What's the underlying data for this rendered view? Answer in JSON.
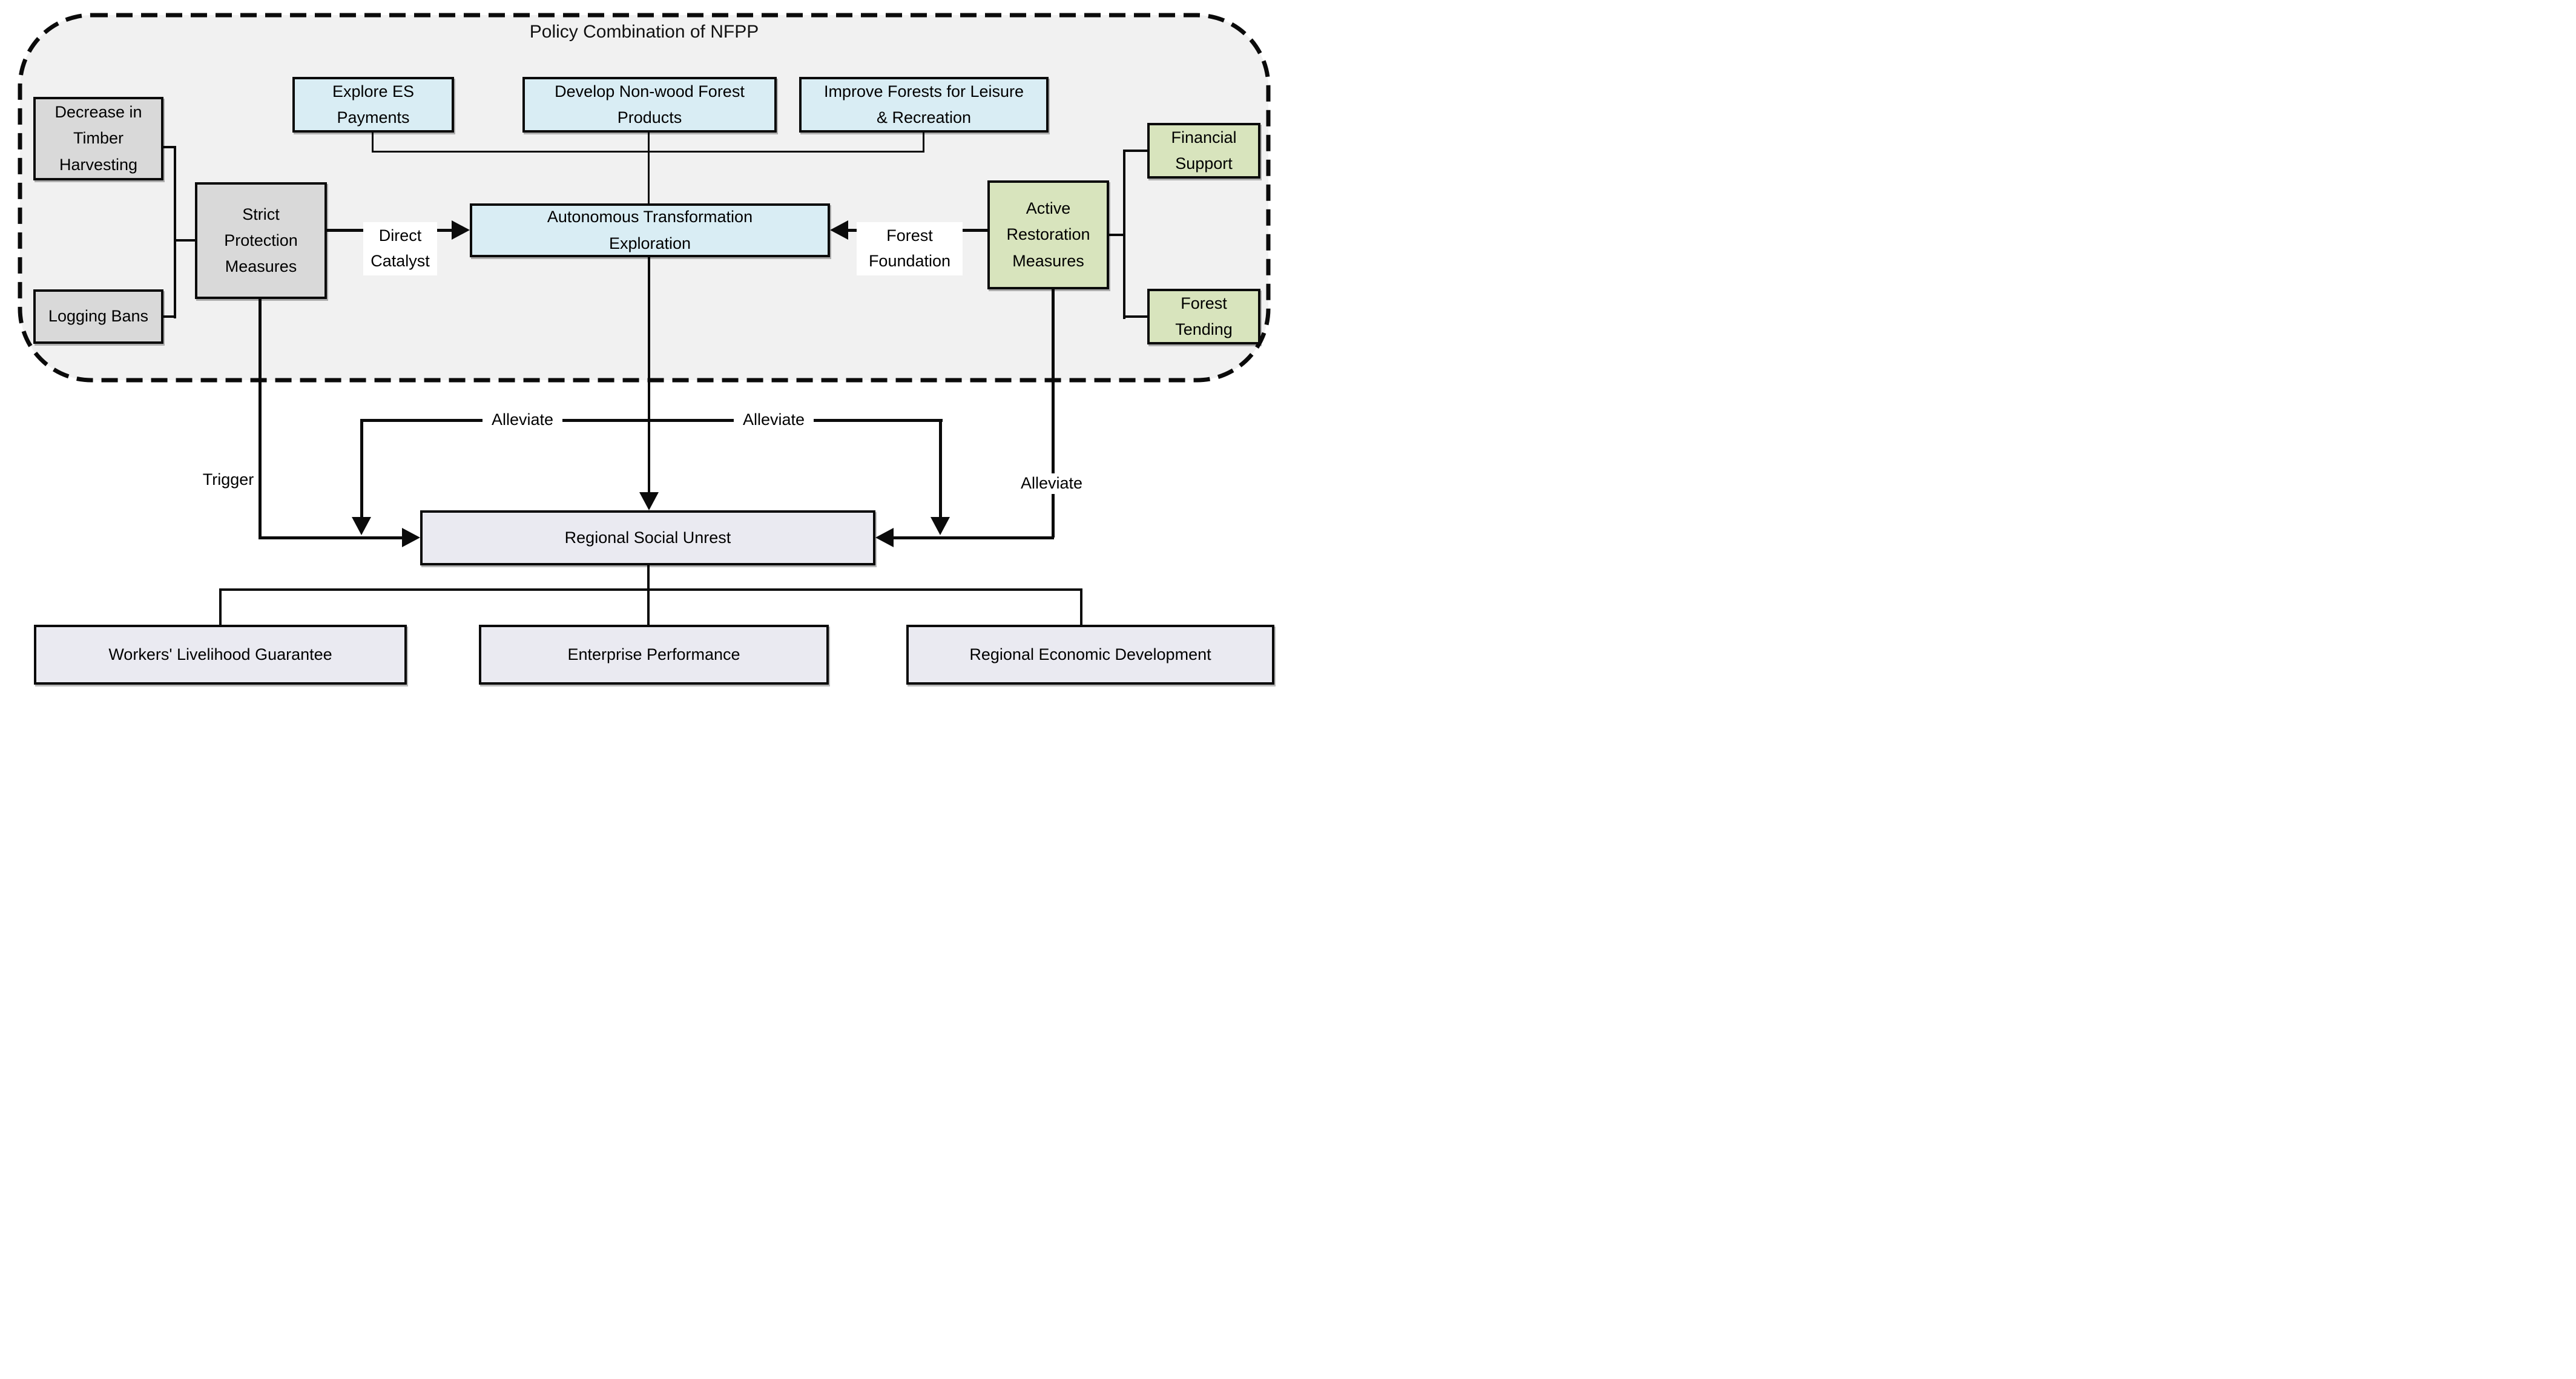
{
  "title": "Policy Combination of NFPP",
  "colors": {
    "container_fill": "#f1f1f1",
    "policy_blue": "#d9edf4",
    "protection_gray": "#d9d9d9",
    "restoration_green": "#d8e4bd",
    "outcome_lavender": "#eaeaf1",
    "line_black": "#0b0b0b"
  },
  "boxes": {
    "explore_es": {
      "lines": [
        "Explore ES",
        "Payments"
      ]
    },
    "develop_nonwood": {
      "lines": [
        "Develop Non-wood Forest",
        "Products"
      ]
    },
    "improve_leisure": {
      "lines": [
        "Improve Forests for Leisure",
        "& Recreation"
      ]
    },
    "decrease_timber": {
      "lines": [
        "Decrease in",
        "Timber",
        "Harvesting"
      ]
    },
    "logging_bans": {
      "lines": [
        "Logging Bans"
      ]
    },
    "strict_protection": {
      "lines": [
        "Strict",
        "Protection",
        "Measures"
      ]
    },
    "autonomous_transformation": {
      "lines": [
        "Autonomous Transformation",
        "Exploration"
      ]
    },
    "active_restoration": {
      "lines": [
        "Active",
        "Restoration",
        "Measures"
      ]
    },
    "financial_support": {
      "lines": [
        "Financial",
        "Support"
      ]
    },
    "forest_tending": {
      "lines": [
        "Forest",
        "Tending"
      ]
    },
    "regional_social_unrest": {
      "lines": [
        "Regional Social Unrest"
      ]
    },
    "workers_livelihood": {
      "lines": [
        "Workers' Livelihood Guarantee"
      ]
    },
    "enterprise_performance": {
      "lines": [
        "Enterprise Performance"
      ]
    },
    "regional_economic": {
      "lines": [
        "Regional Economic Development"
      ]
    }
  },
  "edge_labels": {
    "direct_catalyst": [
      "Direct",
      "Catalyst"
    ],
    "forest_foundation": [
      "Forest",
      "Foundation"
    ],
    "trigger": "Trigger",
    "alleviate_left": "Alleviate",
    "alleviate_center": "Alleviate",
    "alleviate_right": "Alleviate"
  }
}
